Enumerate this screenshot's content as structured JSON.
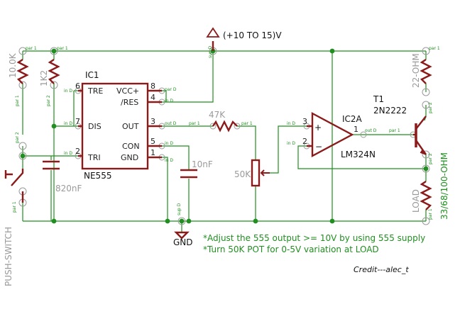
{
  "supply": {
    "label": "(+10 TO 15)V"
  },
  "gnd": {
    "label": "GND"
  },
  "r1": {
    "value": "10.0K"
  },
  "r2": {
    "value": "1K2"
  },
  "r3": {
    "value": "22-OHM"
  },
  "r47": {
    "value": "47K"
  },
  "pot": {
    "value": "50K"
  },
  "load": {
    "label": "LOAD",
    "value": "33/68/100-OHM"
  },
  "c1": {
    "value": "820nF"
  },
  "c2": {
    "value": "10nF"
  },
  "ic1": {
    "name": "IC1",
    "part": "NE555",
    "pins": {
      "tre": "TRE",
      "vcc": "VCC+",
      "res": "/RES",
      "dis": "DIS",
      "out": "OUT",
      "con": "CON",
      "tri": "TRI",
      "gnd": "GND"
    },
    "pin_numbers": {
      "p6": "6",
      "p7": "7",
      "p2": "2",
      "p8": "8",
      "p4": "4",
      "p3": "3",
      "p5": "5",
      "p1": "1"
    }
  },
  "ic2": {
    "name": "IC2A",
    "part": "LM324N",
    "plus": "+",
    "minus": "−",
    "pin_numbers": {
      "p3": "3",
      "p2": "2",
      "p1": "1"
    }
  },
  "t1": {
    "name": "T1",
    "part": "2N2222"
  },
  "switch": {
    "label": "PUSH-SWITCH"
  },
  "pad_labels": {
    "in_d": "in D",
    "out_d": "out D",
    "par1": "par 1",
    "par2": "par 2",
    "sup_d": "sup D"
  },
  "notes": {
    "line1": "*Adjust the 555 output >= 10V by using 555 supply",
    "line2": "*Turn 50K POT for 0-5V variation at LOAD"
  },
  "credit": "Credit---alec_t",
  "colors": {
    "wire": "#1f8f1f",
    "symbol": "#8b1a1a",
    "pad_label": "#9a9a9a",
    "text": "#111111"
  }
}
